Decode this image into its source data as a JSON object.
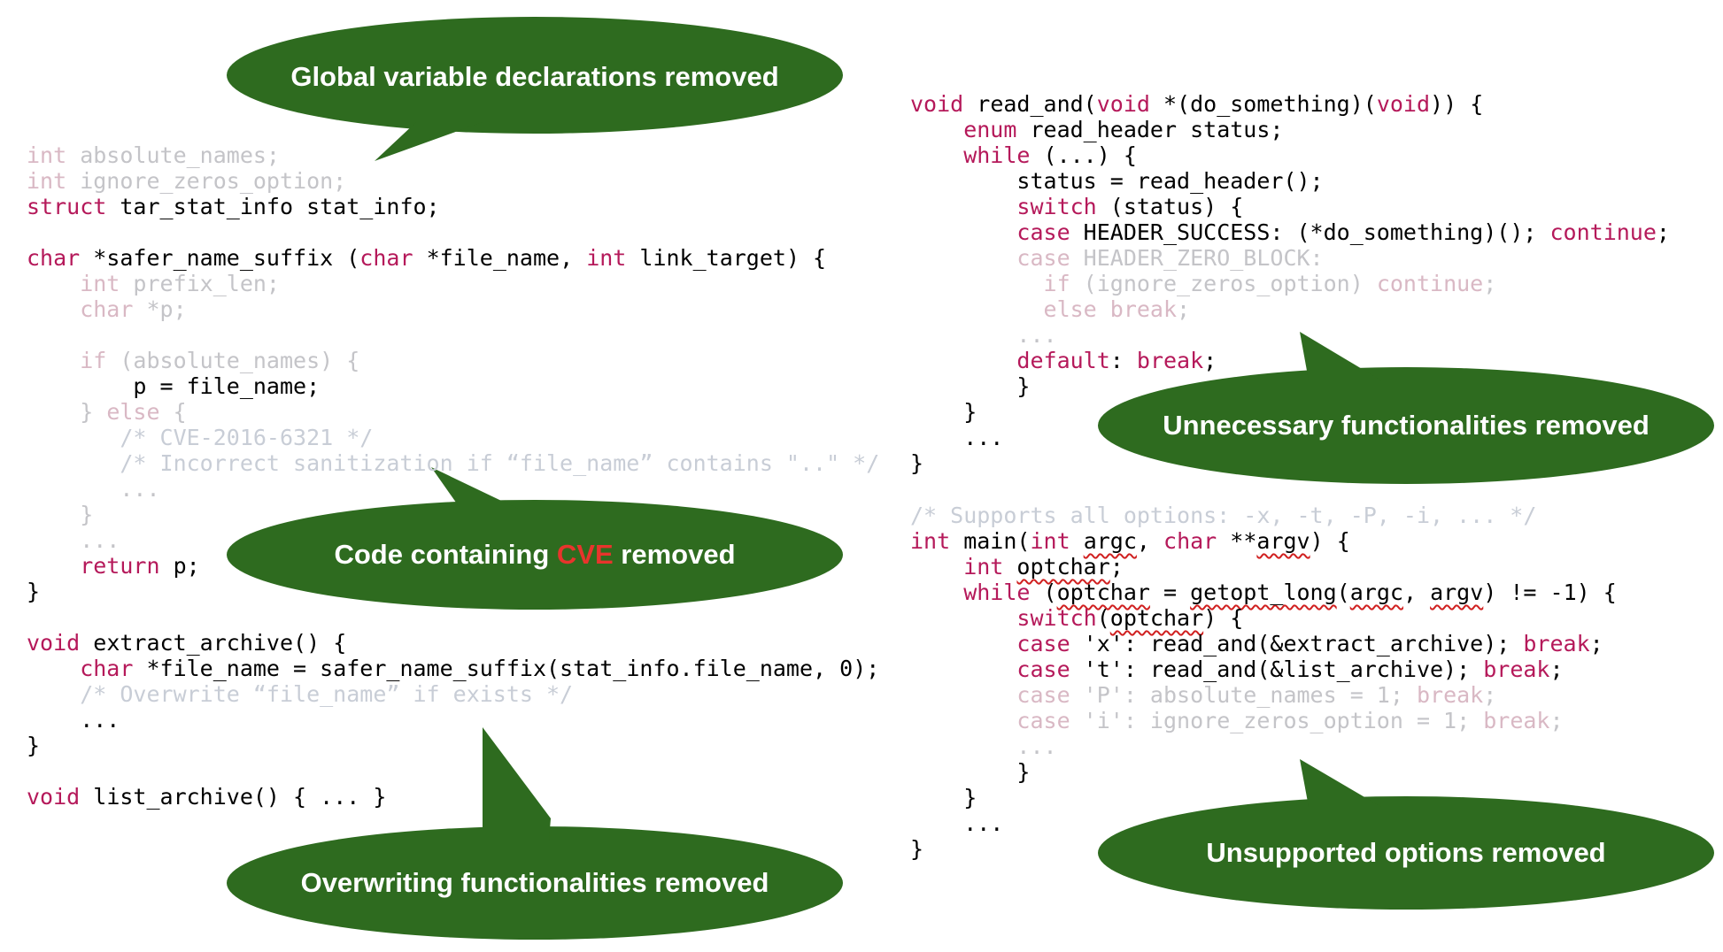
{
  "bubbles": {
    "global_vars": "Global variable declarations removed",
    "cve_before": "Code containing ",
    "cve_word": "CVE",
    "cve_after": " removed",
    "overwriting": "Overwriting functionalities removed",
    "unnecessary": "Unnecessary functionalities removed",
    "unsupported": "Unsupported options removed"
  },
  "colors": {
    "bubble": "#2e6b1f",
    "keyword": "#b5195a",
    "removed_code": "#c4c4c8",
    "cve_highlight": "#e8342c"
  },
  "left_code": [
    [
      [
        "int",
        "dimkw"
      ],
      [
        " absolute_names;",
        "dim"
      ]
    ],
    [
      [
        "int",
        "dimkw"
      ],
      [
        " ignore_zeros_option;",
        "dim"
      ]
    ],
    [
      [
        "struct",
        "kw"
      ],
      [
        " tar_stat_info stat_info;",
        "tx"
      ]
    ],
    [],
    [
      [
        "char",
        "kw"
      ],
      [
        " *safer_name_suffix (",
        "tx"
      ],
      [
        "char",
        "kw"
      ],
      [
        " *file_name, ",
        "tx"
      ],
      [
        "int",
        "kw"
      ],
      [
        " link_target) {",
        "tx"
      ]
    ],
    [
      [
        "    int",
        "dimkw"
      ],
      [
        " prefix_len;",
        "dim"
      ]
    ],
    [
      [
        "    char",
        "dimkw"
      ],
      [
        " *p;",
        "dim"
      ]
    ],
    [],
    [
      [
        "    if",
        "dimkw"
      ],
      [
        " (absolute_names) {",
        "dim"
      ]
    ],
    [
      [
        "        p = file_name;",
        "tx"
      ]
    ],
    [
      [
        "    } ",
        "dim"
      ],
      [
        "else",
        "dimkw"
      ],
      [
        " {",
        "dim"
      ]
    ],
    [
      [
        "       /* CVE-2016-6321 */",
        "dimcm"
      ]
    ],
    [
      [
        "       /* Incorrect sanitization if “file_name” contains \"..\" */",
        "dimcm"
      ]
    ],
    [
      [
        "       ...",
        "dim"
      ]
    ],
    [
      [
        "    }",
        "dim"
      ]
    ],
    [
      [
        "    ...",
        "dim"
      ]
    ],
    [
      [
        "    return",
        "kw"
      ],
      [
        " p;",
        "tx"
      ]
    ],
    [
      [
        "}",
        "tx"
      ]
    ],
    [],
    [
      [
        "void",
        "kw"
      ],
      [
        " extract_archive() {",
        "tx"
      ]
    ],
    [
      [
        "    char",
        "kw"
      ],
      [
        " *file_name = safer_name_suffix(stat_info.file_name, 0);",
        "tx"
      ]
    ],
    [
      [
        "    /* Overwrite “file_name” if exists */",
        "dimcm"
      ]
    ],
    [
      [
        "    ...",
        "tx"
      ]
    ],
    [
      [
        "}",
        "tx"
      ]
    ],
    [],
    [
      [
        "void",
        "kw"
      ],
      [
        " list_archive() { ... }",
        "tx"
      ]
    ]
  ],
  "right_code_top": [
    [
      [
        "void",
        "kw"
      ],
      [
        " read_and(",
        "tx"
      ],
      [
        "void",
        "kw"
      ],
      [
        " *(do_something)(",
        "tx"
      ],
      [
        "void",
        "kw"
      ],
      [
        ")) {",
        "tx"
      ]
    ],
    [
      [
        "    enum",
        "kw"
      ],
      [
        " read_header status;",
        "tx"
      ]
    ],
    [
      [
        "    while",
        "kw"
      ],
      [
        " (...) {",
        "tx"
      ]
    ],
    [
      [
        "        status = read_header();",
        "tx"
      ]
    ],
    [
      [
        "        switch",
        "kw"
      ],
      [
        " (status) {",
        "tx"
      ]
    ],
    [
      [
        "        case",
        "kw"
      ],
      [
        " HEADER_SUCCESS: (*do_something)(); ",
        "tx"
      ],
      [
        "continue",
        "kw"
      ],
      [
        ";",
        "tx"
      ]
    ],
    [
      [
        "        case",
        "dimkw"
      ],
      [
        " HEADER_ZERO_BLOCK:",
        "dim"
      ]
    ],
    [
      [
        "          if",
        "dimkw"
      ],
      [
        " (ignore_zeros_option) ",
        "dim"
      ],
      [
        "continue",
        "dimkw"
      ],
      [
        ";",
        "dim"
      ]
    ],
    [
      [
        "          else",
        "dimkw"
      ],
      [
        " ",
        "dim"
      ],
      [
        "break",
        "dimkw"
      ],
      [
        ";",
        "dim"
      ]
    ],
    [
      [
        "        ...",
        "dim"
      ]
    ],
    [
      [
        "        default",
        "kw"
      ],
      [
        ": ",
        "tx"
      ],
      [
        "break",
        "kw"
      ],
      [
        ";",
        "tx"
      ]
    ],
    [
      [
        "        }",
        "tx"
      ]
    ],
    [
      [
        "    }",
        "tx"
      ]
    ],
    [
      [
        "    ...",
        "tx"
      ]
    ],
    [
      [
        "}",
        "tx"
      ]
    ]
  ],
  "right_code_bottom": [
    [
      [
        "/* Supports all options: -x, -t, -P, -i, ... */",
        "dimcm"
      ]
    ],
    [
      [
        "int",
        "kw"
      ],
      [
        " main(",
        "tx"
      ],
      [
        "int",
        "kw"
      ],
      [
        " ",
        "tx"
      ],
      [
        "argc",
        "txw"
      ],
      [
        ", ",
        "tx"
      ],
      [
        "char",
        "kw"
      ],
      [
        " **",
        "tx"
      ],
      [
        "argv",
        "txw"
      ],
      [
        ") {",
        "tx"
      ]
    ],
    [
      [
        "    int",
        "kw"
      ],
      [
        " ",
        "tx"
      ],
      [
        "optchar",
        "txw"
      ],
      [
        ";",
        "tx"
      ]
    ],
    [
      [
        "    while",
        "kw"
      ],
      [
        " (",
        "tx"
      ],
      [
        "optchar",
        "txw"
      ],
      [
        " = ",
        "tx"
      ],
      [
        "getopt_long",
        "txw"
      ],
      [
        "(",
        "tx"
      ],
      [
        "argc",
        "txw"
      ],
      [
        ", ",
        "tx"
      ],
      [
        "argv",
        "txw"
      ],
      [
        ") != -1) {",
        "tx"
      ]
    ],
    [
      [
        "        switch",
        "kw"
      ],
      [
        "(",
        "tx"
      ],
      [
        "optchar",
        "txw"
      ],
      [
        ") {",
        "tx"
      ]
    ],
    [
      [
        "        case",
        "kw"
      ],
      [
        " 'x': read_and(&extract_archive); ",
        "tx"
      ],
      [
        "break",
        "kw"
      ],
      [
        ";",
        "tx"
      ]
    ],
    [
      [
        "        case",
        "kw"
      ],
      [
        " 't': read_and(&list_archive); ",
        "tx"
      ],
      [
        "break",
        "kw"
      ],
      [
        ";",
        "tx"
      ]
    ],
    [
      [
        "        case",
        "dimkw"
      ],
      [
        " 'P': absolute_names = 1; ",
        "dim"
      ],
      [
        "break",
        "dimkw"
      ],
      [
        ";",
        "dim"
      ]
    ],
    [
      [
        "        case",
        "dimkw"
      ],
      [
        " 'i': ignore_zeros_option = 1; ",
        "dim"
      ],
      [
        "break",
        "dimkw"
      ],
      [
        ";",
        "dim"
      ]
    ],
    [
      [
        "        ...",
        "dim"
      ]
    ],
    [
      [
        "        }",
        "tx"
      ]
    ],
    [
      [
        "    }",
        "tx"
      ]
    ],
    [
      [
        "    ...",
        "tx"
      ]
    ],
    [
      [
        "}",
        "tx"
      ]
    ]
  ]
}
